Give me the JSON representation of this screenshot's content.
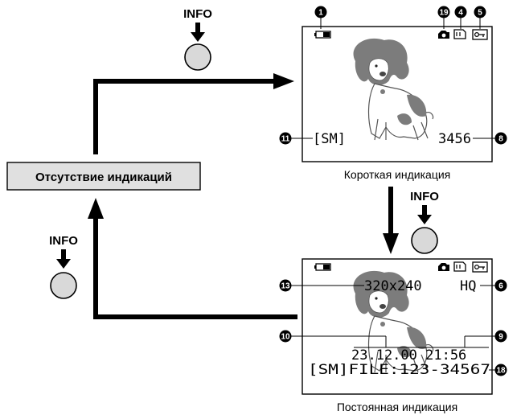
{
  "buttons": {
    "info_top": "INFO",
    "info_middle": "INFO",
    "info_left": "INFO"
  },
  "states": {
    "no_display": "Отсутствие индикаций",
    "short_display": "Короткая индикация",
    "full_display": "Постоянная индикация"
  },
  "screen_short": {
    "mode": "[SM]",
    "frames": "3456"
  },
  "screen_full": {
    "resolution": "320x240",
    "quality": "HQ",
    "datetime": "23.12.00 21:56",
    "file": "[SM]FILE:123-34567"
  },
  "markers": {
    "m1": "1",
    "m19": "19",
    "m4": "4",
    "m5": "5",
    "m11": "11",
    "m8": "8",
    "m13": "13",
    "m6": "6",
    "m10": "10",
    "m9": "9",
    "m18": "18"
  },
  "icons": [
    "battery-icon",
    "camera-icon",
    "card-icon",
    "lock-icon",
    "dog-image-icon",
    "info-button-icon"
  ]
}
